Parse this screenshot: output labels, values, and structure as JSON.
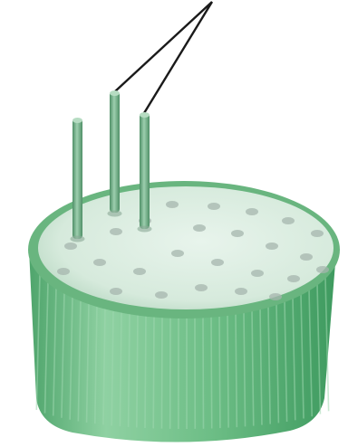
{
  "figure": {
    "subject": "tree-stump-with-three-rods",
    "pointer_lines": 2,
    "rods": 3,
    "surface_spots": 25
  },
  "colors": {
    "background": "#ffffff",
    "rim_green": "#69b57f",
    "side_light": "#8fd1a2",
    "side_mid": "#6cbd85",
    "side_dark": "#3e9a5f",
    "top_surface": "#dfeee4",
    "top_shadow": "#bfdcc8",
    "spot": "#a6b6ad",
    "rod_light": "#9dcfae",
    "rod_dark": "#4f8f67",
    "pointer_line": "#1a1a1a"
  }
}
